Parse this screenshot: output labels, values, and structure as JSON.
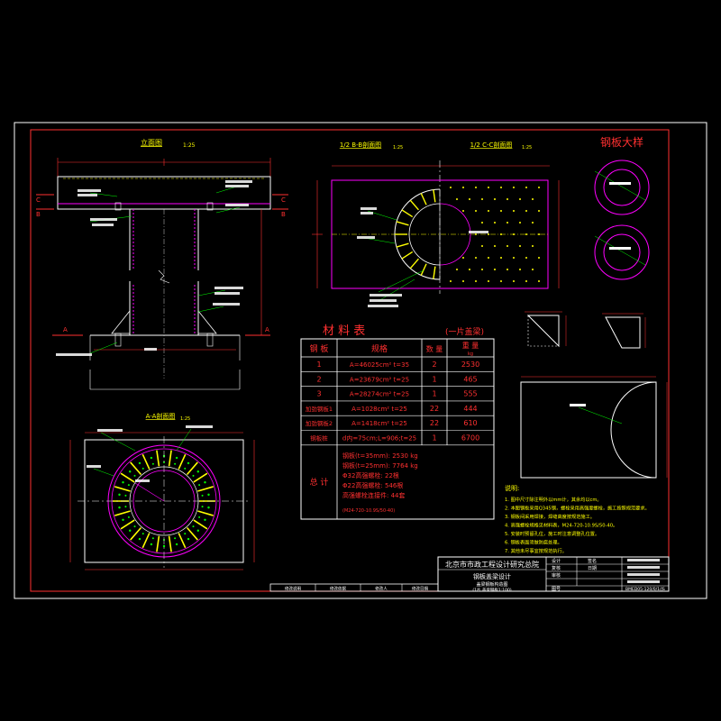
{
  "colors": {
    "background": "#000000",
    "frame": "#ffffff",
    "red": "#ff2020",
    "yellow": "#ffff00",
    "magenta": "#ff00ff",
    "green": "#00ff00",
    "cyan": "#00ffff"
  },
  "views": {
    "elevation_title": "立面图",
    "elevation_scale": "1:25",
    "section_bb_title": "1/2 B-B剖面图",
    "section_bb_scale": "1:25",
    "section_cc_title": "1/2 C-C剖面图",
    "section_cc_scale": "1:25",
    "section_aa_title": "A-A剖面图",
    "section_aa_scale": "1:25",
    "detail_title": "钢板大样",
    "label_a": "A",
    "label_b": "B",
    "label_c": "C"
  },
  "material": {
    "title": "材 料 表",
    "note": "(一片盖梁)",
    "headers": [
      "钢 板",
      "规格",
      "数 量",
      "重 量"
    ],
    "weight_unit": "kg",
    "rows": [
      {
        "name": "1",
        "spec": "A=46025cm² t=35",
        "qty": "2",
        "weight": "2530"
      },
      {
        "name": "2",
        "spec": "A=23679cm² t=25",
        "qty": "1",
        "weight": "465"
      },
      {
        "name": "3",
        "spec": "A=28274cm² t=25",
        "qty": "1",
        "weight": "555"
      },
      {
        "name": "加劲钢板1",
        "spec": "A=1028cm² t=25",
        "qty": "22",
        "weight": "444"
      },
      {
        "name": "加劲钢板2",
        "spec": "A=1418cm² t=25",
        "qty": "22",
        "weight": "610"
      },
      {
        "name": "钢板桩",
        "spec": "d内=75cm;L=906;t=25",
        "qty": "1",
        "weight": "6700"
      }
    ],
    "total_label": "总 计",
    "totals": [
      "钢板(t=35mm):    2530 kg",
      "钢板(t=25mm):    7764 kg",
      "Φ32高强螺栓:      22根",
      "Φ22高强螺栓:     546根",
      "高强螺栓连接件:     44套"
    ],
    "totals_note": "(M24-720-10.9S/50-40)"
  },
  "notes": {
    "title": "说明:",
    "items": [
      "1. 图中尺寸除注明外以mm计，其余均以cm。",
      "2. 本图钢板采用Q345钢，螺栓采用高强度螺栓，施工按照规范要求。",
      "3. 钢板间采用焊接，焊缝高度按规范施工。",
      "4. 高强螺栓规格见材料表，M24-720-10.9S/50-40。",
      "5. 安装时预留孔位，施工时注意调整孔位置。",
      "6. 钢板表面须做防腐处理。",
      "7. 其他未尽事宜按规范执行。"
    ]
  },
  "titleblock": {
    "institute": "北京市市政工程设计研究总院",
    "project": "钢板盖梁设计",
    "drawing": "盖梁钢板构造图",
    "sub": "(1片 盖梁钢板1:100)",
    "roles": [
      "设计",
      "复核",
      "审核"
    ],
    "sign_label": "签名",
    "date_label": "日期",
    "drawing_no": "图号",
    "drawing_code": "BMED05-120/0/1/JS"
  },
  "bottom_strip": [
    "修改说明",
    "修改依据",
    "修改人",
    "修改日期"
  ]
}
